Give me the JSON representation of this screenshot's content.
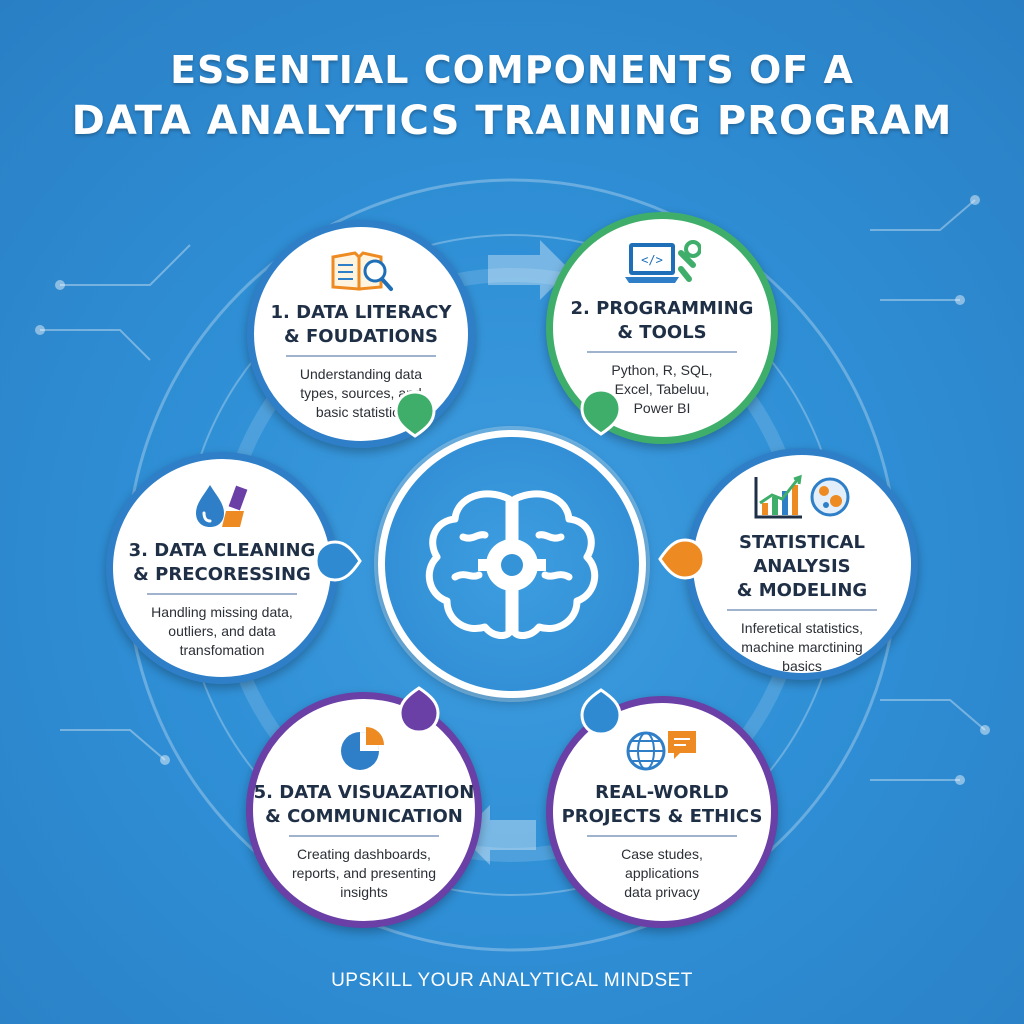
{
  "title_line1": "ESSENTIAL COMPONENTS OF A",
  "title_line2": "DATA ANALYTICS TRAINING PROGRAM",
  "footer": "UPSKILL YOUR ANALYTICAL MINDSET",
  "center_icon": "brain-gear-icon",
  "colors": {
    "background": "#2f8fd6",
    "blue_ring": "#2f7fc8",
    "green_ring": "#3fae6a",
    "purple_ring": "#6a3fa6",
    "orange_accent": "#ee8a22"
  },
  "components": [
    {
      "title_lines": [
        "1. DATA LITERACY",
        "& FOUDATIONS"
      ],
      "desc_lines": [
        "Understanding data",
        "types, sources, and",
        "basic statistics"
      ],
      "icon": "book-magnifier-icon"
    },
    {
      "title_lines": [
        "2. PROGRAMMING",
        "& TOOLS"
      ],
      "desc_lines": [
        "Python, R, SQL,",
        "Excel, Tabeluu,",
        "Power BI"
      ],
      "icon": "laptop-code-wrench-icon"
    },
    {
      "title_lines": [
        "3. DATA CLEANING",
        "& PRECORESSING"
      ],
      "desc_lines": [
        "Handling missing data,",
        "outliers, and data",
        "transfomation"
      ],
      "icon": "drop-brush-icon"
    },
    {
      "title_lines": [
        "STATISTICAL ANALYSIS",
        "& MODELING"
      ],
      "desc_lines": [
        "Inferetical statistics,",
        "machine marctining",
        "basics"
      ],
      "icon": "chart-brain-icon"
    },
    {
      "title_lines": [
        "5. DATA VISUAZATION",
        "& COMMUNICATION"
      ],
      "desc_lines": [
        "Creating dashboards,",
        "reports, and presenting",
        "insights"
      ],
      "icon": "pie-chart-icon"
    },
    {
      "title_lines": [
        "REAL-WORLD",
        "PROJECTS & ETHICS"
      ],
      "desc_lines": [
        "Case studes,",
        "applications",
        "data privacy"
      ],
      "icon": "globe-chat-icon"
    }
  ]
}
